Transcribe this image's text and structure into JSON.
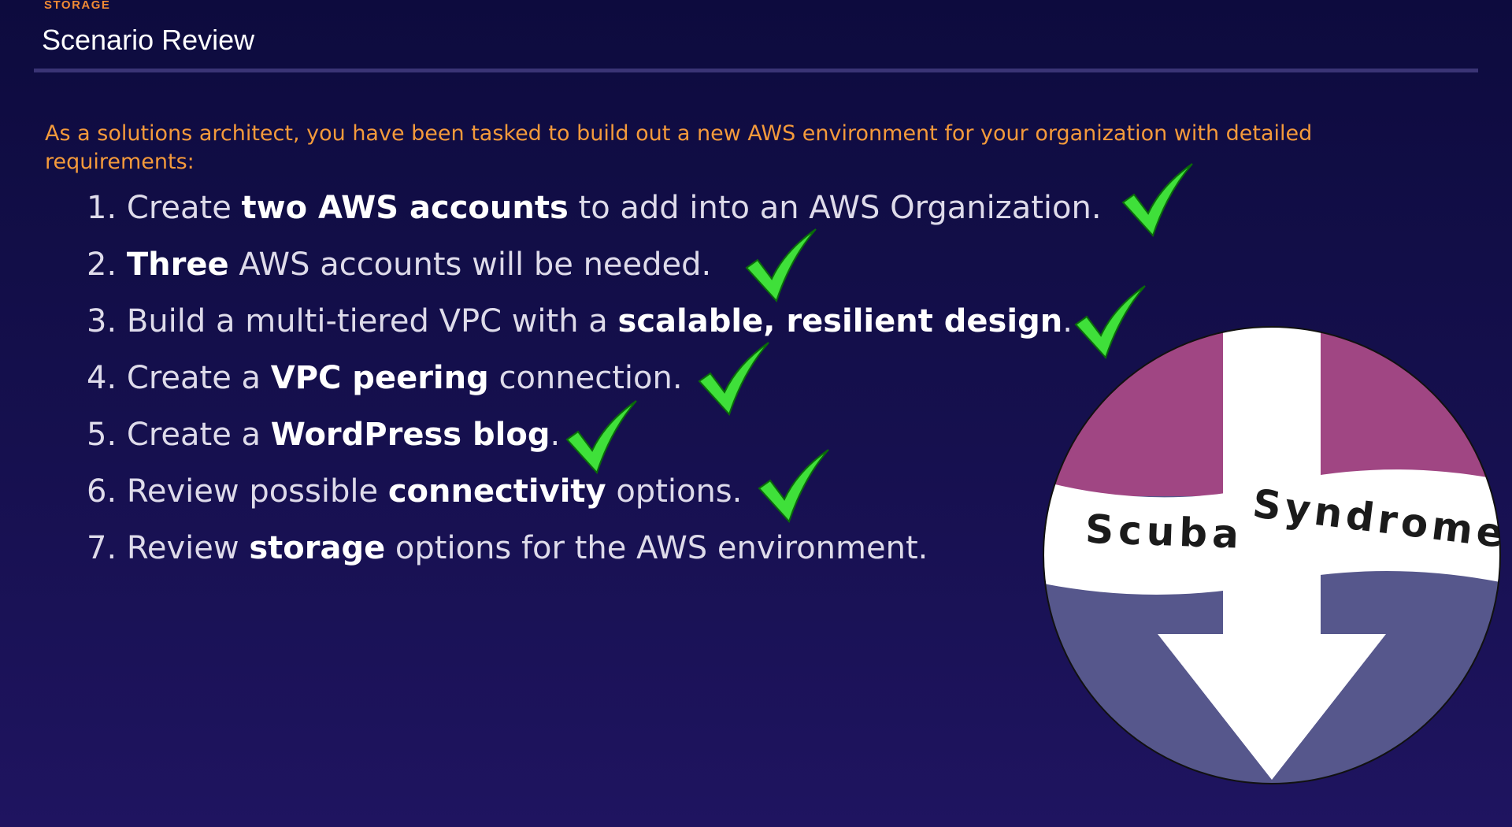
{
  "header": {
    "section": "STORAGE",
    "title": "Scenario Review"
  },
  "intro": "As a solutions architect, you have been tasked to build out a new AWS environment for your organization with detailed requirements:",
  "requirements": [
    {
      "number": "1.",
      "pre": "Create ",
      "bold": "two AWS accounts",
      "post": " to add into an AWS Organization.",
      "checked": true
    },
    {
      "number": "2.",
      "pre": "",
      "bold": "Three",
      "post": " AWS accounts will be needed.",
      "checked": true
    },
    {
      "number": "3.",
      "pre": "Build a multi-tiered VPC with a ",
      "bold": "scalable, resilient design",
      "post": ".",
      "checked": true
    },
    {
      "number": "4.",
      "pre": "Create a ",
      "bold": "VPC peering",
      "post": " connection.",
      "checked": true
    },
    {
      "number": "5.",
      "pre": "Create a ",
      "bold": "WordPress blog",
      "post": ".",
      "checked": true
    },
    {
      "number": "6.",
      "pre": "Review possible ",
      "bold": "connectivity",
      "post": " options.",
      "checked": true
    },
    {
      "number": "7.",
      "pre": "Review ",
      "bold": "storage",
      "post": " options for the AWS environment.",
      "checked": false
    }
  ],
  "badge": {
    "word_left": "Scuba",
    "word_right": "Syndrome",
    "colors": {
      "top": "#a04683",
      "bottom": "#56578c",
      "band": "#ffffff",
      "arrow": "#ffffff"
    }
  },
  "check_color": "#3fe03a"
}
